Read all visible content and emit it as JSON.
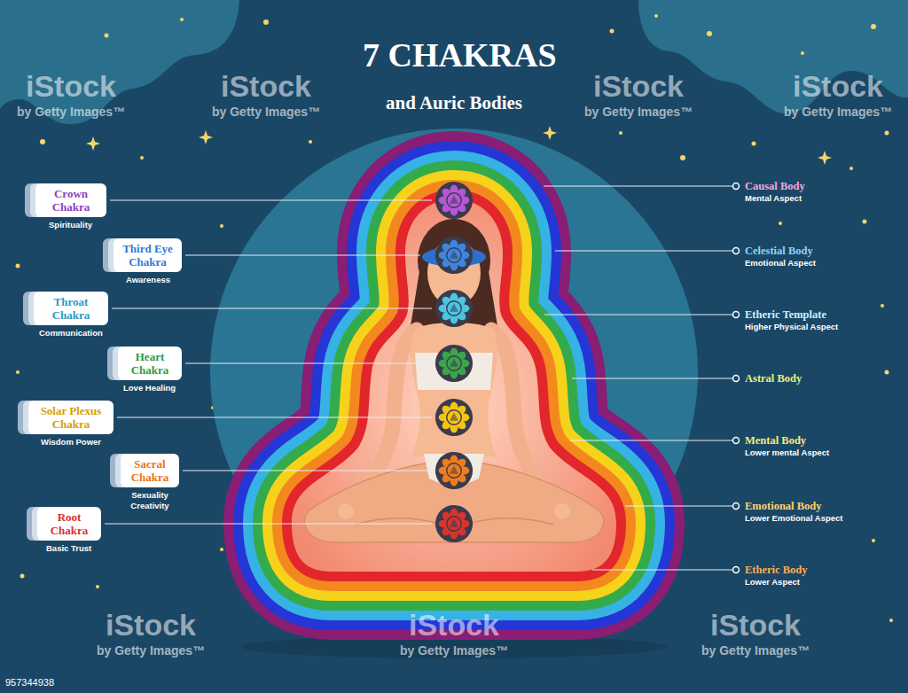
{
  "diagram": {
    "title": "7 CHAKRAS",
    "nodes": [
      {
        "text": [
          "Crown Chakra",
          "Spirituality"
        ]
      },
      {
        "text": [
          "Third Eye Chakra",
          "Awareness"
        ]
      },
      {
        "text": [
          "Throat Chakra",
          "Communication"
        ]
      },
      {
        "text": [
          "Heart Chakra",
          "Love Healing"
        ]
      },
      {
        "text": [
          "Solar Plexus Chakra",
          "Wisdom Power"
        ]
      },
      {
        "text": [
          "Sacral Chakra",
          "Sexuality Creativity"
        ]
      },
      {
        "text": [
          "Root Chakra",
          "Basic Trust"
        ]
      }
    ],
    "labels": [
      "and Auric Bodies",
      "Causal Body",
      "Mental Aspect",
      "Celestial Body",
      "Emotional Aspect",
      "Etheric Template",
      "Higher Physical Aspect",
      "Astral Body",
      "Mental Body",
      "Lower mental Aspect",
      "Emotional Body",
      "Lower Emotional Aspect",
      "Etheric Body",
      "Lower Aspect",
      "iStock",
      "by Getty Images™",
      "iStock",
      "by Getty Images™",
      "iStock",
      "by Getty Images™",
      "iStock",
      "by Getty Images™",
      "iStock",
      "by Getty Images™",
      "iStock",
      "by Getty Images™",
      "iStock",
      "by Getty Images™",
      "957344938"
    ]
  }
}
